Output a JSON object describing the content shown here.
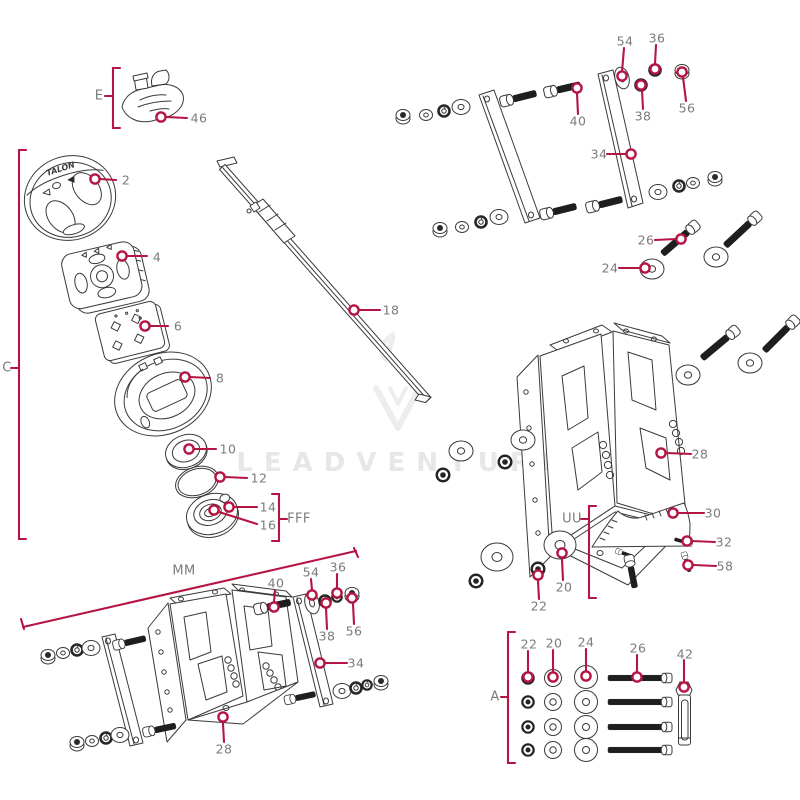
{
  "page": {
    "background": "#ffffff"
  },
  "colors": {
    "accent_red": "#b41543",
    "label_gray": "#7b7b7b",
    "art_stroke": "#3a3a3a",
    "watermark_gray": "#e7e7e7"
  },
  "watermark": {
    "text": "LEADVENTURE",
    "logo": "flame-v-logo"
  },
  "sections": {
    "e": "E",
    "c": "C",
    "fff": "FFF",
    "uu": "UU",
    "mm": "MM",
    "a": "A"
  },
  "parts": {
    "remote_brand": "TALON"
  },
  "callouts": {
    "c46": "46",
    "c2": "2",
    "c4": "4",
    "c6": "6",
    "c8": "8",
    "c10": "10",
    "c12": "12",
    "c14": "14",
    "c16": "16",
    "c18": "18",
    "t54": "54",
    "t36": "36",
    "t40": "40",
    "t38": "38",
    "t56": "56",
    "t34": "34",
    "t26": "26",
    "t24": "24",
    "r28": "28",
    "r30": "30",
    "r32": "32",
    "r58": "58",
    "u20": "20",
    "u22": "22",
    "m40": "40",
    "m54": "54",
    "m36": "36",
    "m38": "38",
    "m56": "56",
    "m34": "34",
    "m28": "28",
    "a22": "22",
    "a20": "20",
    "a24": "24",
    "a26": "26",
    "a42": "42"
  }
}
